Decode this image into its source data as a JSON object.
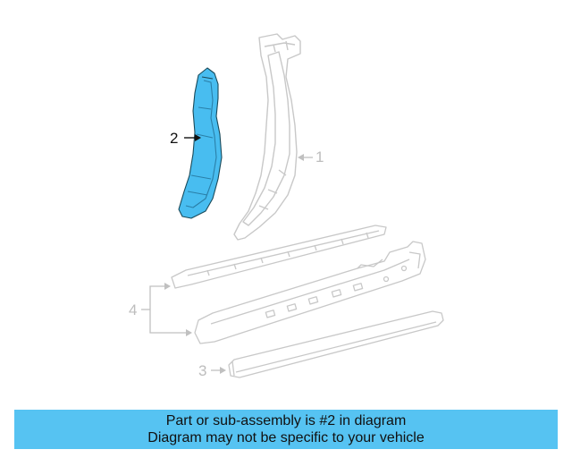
{
  "callouts": {
    "part_1": "1",
    "part_2": "2",
    "part_3": "3",
    "part_4": "4"
  },
  "banner": {
    "line1": "Part or sub-assembly is #2 in diagram",
    "line2": "Diagram may not be specific to your vehicle"
  },
  "colors": {
    "highlight": "#48bdf0",
    "faded_outline": "#c8c8c8",
    "banner": "#56c3f2"
  }
}
